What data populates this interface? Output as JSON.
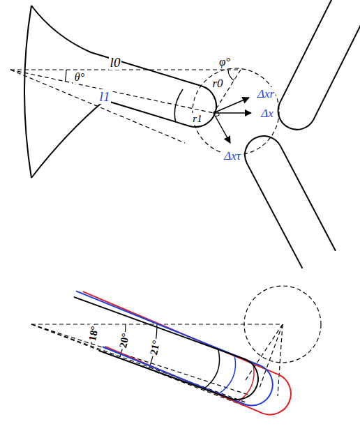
{
  "diagram": {
    "labels": [
      "l0",
      "θ°",
      "l1",
      "r0",
      "r1",
      "φ°",
      "Δxr",
      "Δx",
      "Δxτ",
      "18°",
      "20°",
      "21°"
    ]
  }
}
